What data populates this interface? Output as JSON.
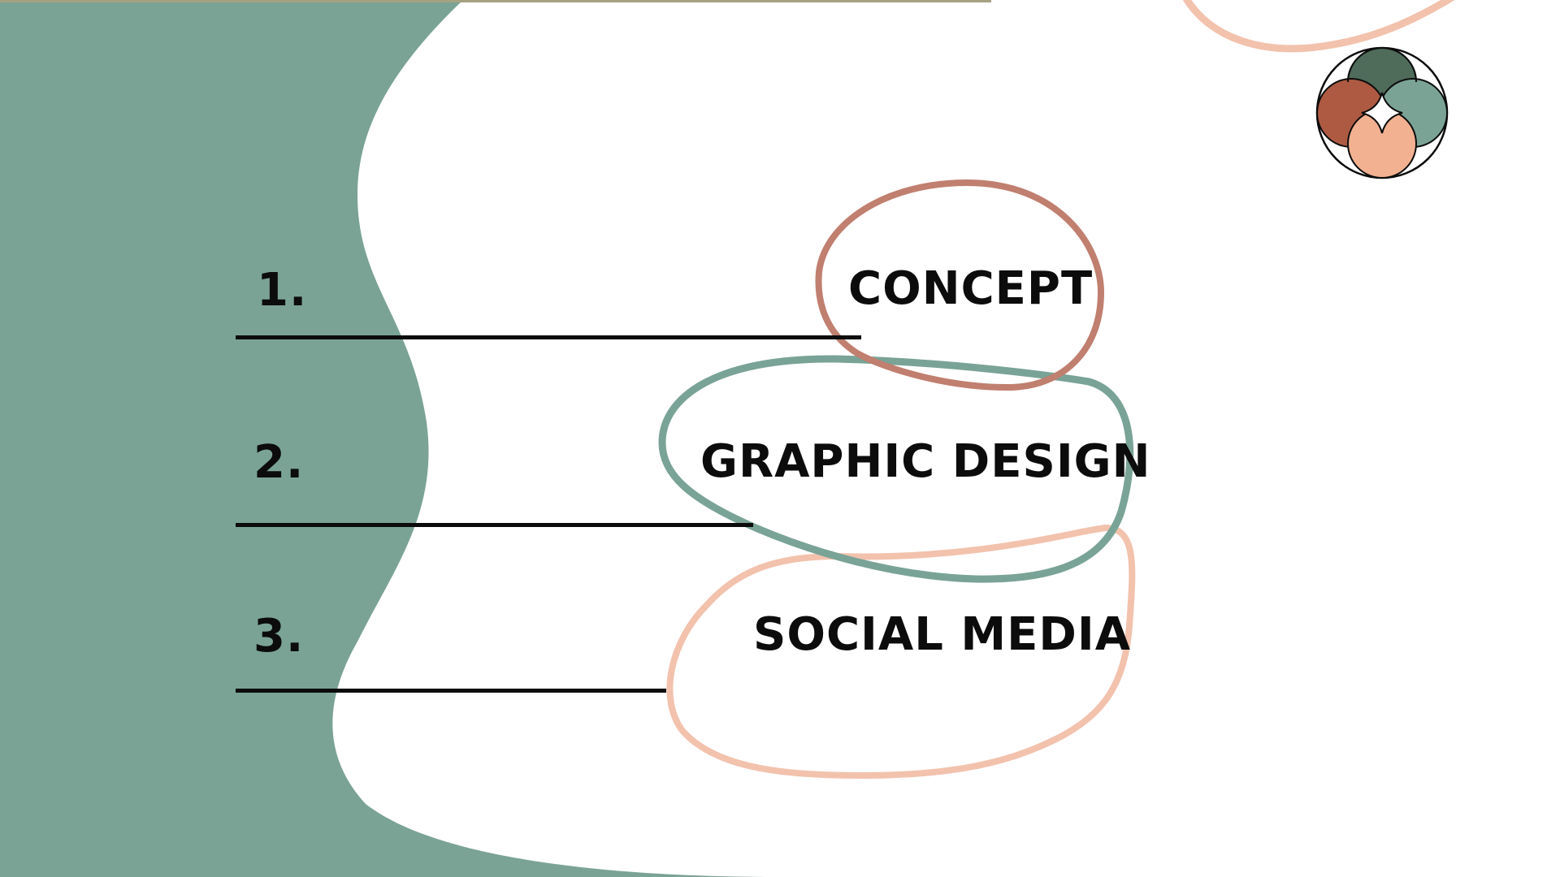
{
  "slide": {
    "items": [
      {
        "number": "1.",
        "label": "CONCEPT",
        "outline_color": "#c07f6f"
      },
      {
        "number": "2.",
        "label": "GRAPHIC DESIGN",
        "outline_color": "#79a396"
      },
      {
        "number": "3.",
        "label": "SOCIAL MEDIA",
        "outline_color": "#f2c2ad"
      }
    ]
  },
  "colors": {
    "green_panel": "#7aa396",
    "text": "#0c0c0c",
    "logo_dark_green": "#4f6b5a",
    "logo_rust": "#ae5a43",
    "logo_sage": "#7aa396",
    "logo_peach": "#f2b191"
  },
  "icons": {
    "logo": "four-petal-circle-logo-icon"
  }
}
